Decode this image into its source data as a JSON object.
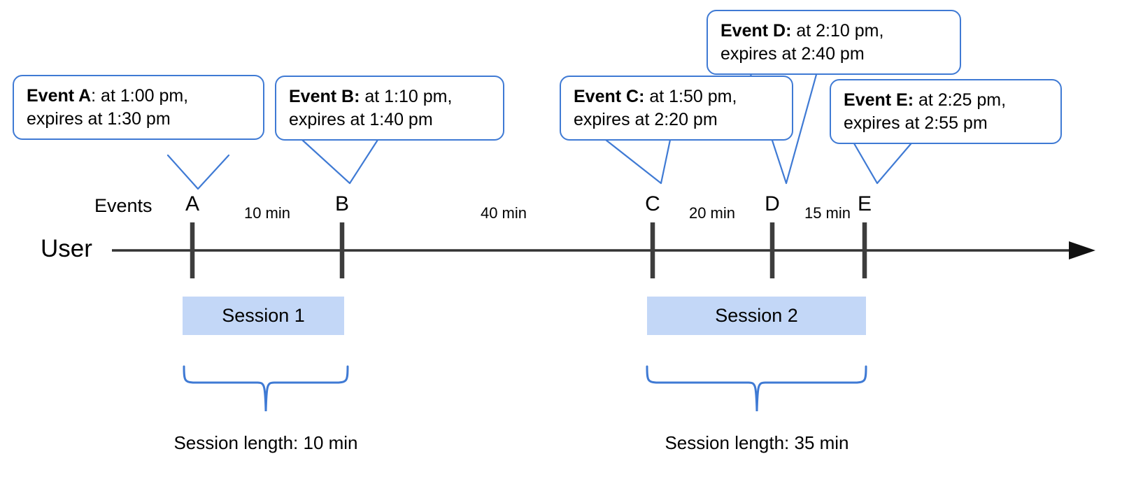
{
  "diagram": {
    "title": "Session timeline with event expiry callouts",
    "accent_blue": "#3f7ad4",
    "session_fill": "#c3d7f7",
    "axis_color": "#333333"
  },
  "axis": {
    "user_label": "User",
    "events_label": "Events"
  },
  "events": [
    {
      "letter": "A",
      "callout_bold": "Event A",
      "callout_line1": ": at 1:00 pm,",
      "callout_line2": "expires at 1:30 pm",
      "time": "1:00 pm",
      "expires": "1:30 pm"
    },
    {
      "letter": "B",
      "callout_bold": "Event B:",
      "callout_line1": " at 1:10 pm,",
      "callout_line2": "expires at 1:40 pm",
      "time": "1:10 pm",
      "expires": "1:40 pm"
    },
    {
      "letter": "C",
      "callout_bold": "Event C:",
      "callout_line1": " at 1:50 pm,",
      "callout_line2": "expires at 2:20 pm",
      "time": "1:50 pm",
      "expires": "2:20 pm"
    },
    {
      "letter": "D",
      "callout_bold": "Event D:",
      "callout_line1": " at 2:10 pm,",
      "callout_line2": "expires at 2:40 pm",
      "time": "2:10 pm",
      "expires": "2:40 pm"
    },
    {
      "letter": "E",
      "callout_bold": "Event E:",
      "callout_line1": " at 2:25 pm,",
      "callout_line2": "expires at 2:55 pm",
      "time": "2:25 pm",
      "expires": "2:55 pm"
    }
  ],
  "gaps": [
    {
      "label": "10 min",
      "from": "A",
      "to": "B"
    },
    {
      "label": "40 min",
      "from": "B",
      "to": "C"
    },
    {
      "label": "20 min",
      "from": "C",
      "to": "D"
    },
    {
      "label": "15 min",
      "from": "D",
      "to": "E"
    }
  ],
  "sessions": [
    {
      "name": "Session 1",
      "length_caption": "Session length: 10 min"
    },
    {
      "name": "Session 2",
      "length_caption": "Session length: 35 min"
    }
  ]
}
